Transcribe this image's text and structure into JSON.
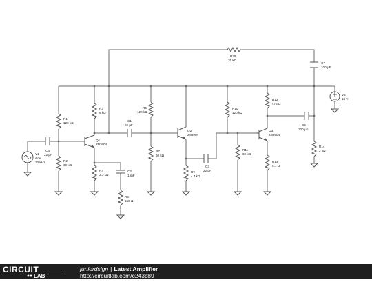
{
  "components": {
    "R1": {
      "name": "R1",
      "value": "120 kΩ"
    },
    "R2": {
      "name": "R2",
      "value": "60 kΩ"
    },
    "R3": {
      "name": "R3",
      "value": "6 kΩ"
    },
    "R4": {
      "name": "R4",
      "value": "3.3 kΩ"
    },
    "R5": {
      "name": "R5",
      "value": "150 Ω"
    },
    "R6": {
      "name": "R6",
      "value": "120 kΩ"
    },
    "R7": {
      "name": "R7",
      "value": "60 kΩ"
    },
    "R9": {
      "name": "R9",
      "value": "4.4 kΩ"
    },
    "R10": {
      "name": "R10",
      "value": "120 kΩ"
    },
    "R11": {
      "name": "R11",
      "value": "60 kΩ"
    },
    "R12": {
      "name": "R12",
      "value": "475 Ω"
    },
    "R13": {
      "name": "R13",
      "value": "5.1 Ω"
    },
    "R14": {
      "name": "R14",
      "value": "2 kΩ"
    },
    "R39": {
      "name": "R39",
      "value": "25 kΩ"
    },
    "C1": {
      "name": "C1",
      "value": "22 µF"
    },
    "C2": {
      "name": "C2",
      "value": "1 mF"
    },
    "C3": {
      "name": "C3",
      "value": "22 µF"
    },
    "C4": {
      "name": "C4",
      "value": "22 µF"
    },
    "C5": {
      "name": "C5",
      "value": "100 µF"
    },
    "C7": {
      "name": "C7",
      "value": "100 µF"
    },
    "Q1": {
      "name": "Q1",
      "value": "2N3904"
    },
    "Q2": {
      "name": "Q2",
      "value": "2N3904"
    },
    "Q3": {
      "name": "Q3",
      "value": "2N3904"
    },
    "V1": {
      "name": "V1",
      "type": "sine",
      "value": "10 kHz"
    },
    "V2": {
      "name": "V2",
      "value": "18 V"
    }
  },
  "footer": {
    "brand_top": "CIRCUIT",
    "brand_bottom": "LAB",
    "author": "juniordsign",
    "separator": "|",
    "title": "Latest Amplifier",
    "url": "http://circuitlab.com/c243c89"
  }
}
